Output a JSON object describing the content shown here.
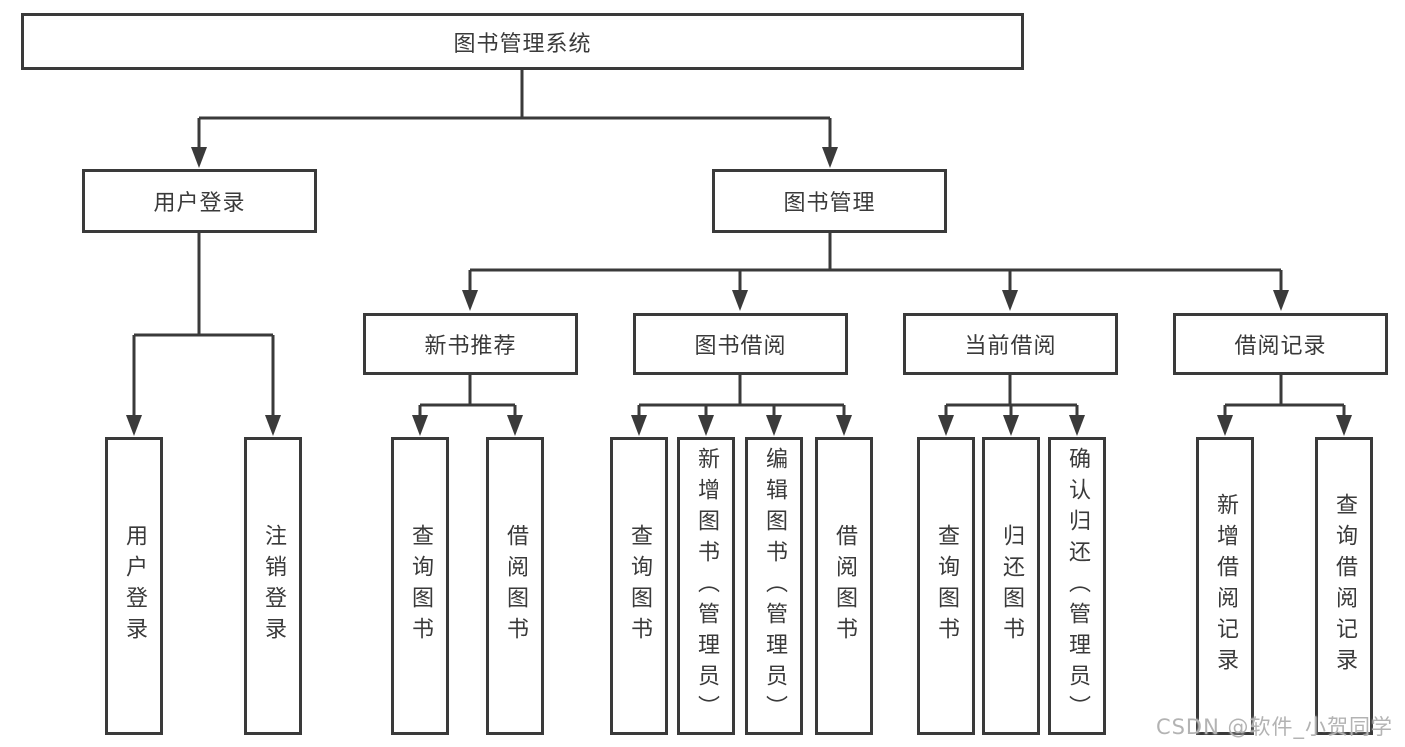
{
  "diagram": {
    "root": {
      "label": "图书管理系统"
    },
    "branches": [
      {
        "label": "用户登录",
        "leaves": [
          {
            "label": "用户登录"
          },
          {
            "label": "注销登录"
          }
        ]
      },
      {
        "label": "图书管理",
        "groups": [
          {
            "label": "新书推荐",
            "leaves": [
              {
                "label": "查询图书"
              },
              {
                "label": "借阅图书"
              }
            ]
          },
          {
            "label": "图书借阅",
            "leaves": [
              {
                "label": "查询图书"
              },
              {
                "label": "新增图书（管理员）"
              },
              {
                "label": "编辑图书（管理员）"
              },
              {
                "label": "借阅图书"
              }
            ]
          },
          {
            "label": "当前借阅",
            "leaves": [
              {
                "label": "查询图书"
              },
              {
                "label": "归还图书"
              },
              {
                "label": "确认归还（管理员）"
              }
            ]
          },
          {
            "label": "借阅记录",
            "leaves": [
              {
                "label": "新增借阅记录"
              },
              {
                "label": "查询借阅记录"
              }
            ]
          }
        ]
      }
    ]
  },
  "watermark": {
    "text": "CSDN @软件_小贺同学"
  },
  "colors": {
    "line": "#3a3a3a",
    "text": "#3a3a3a",
    "background": "#ffffff",
    "watermark": "#b3b3b3"
  }
}
